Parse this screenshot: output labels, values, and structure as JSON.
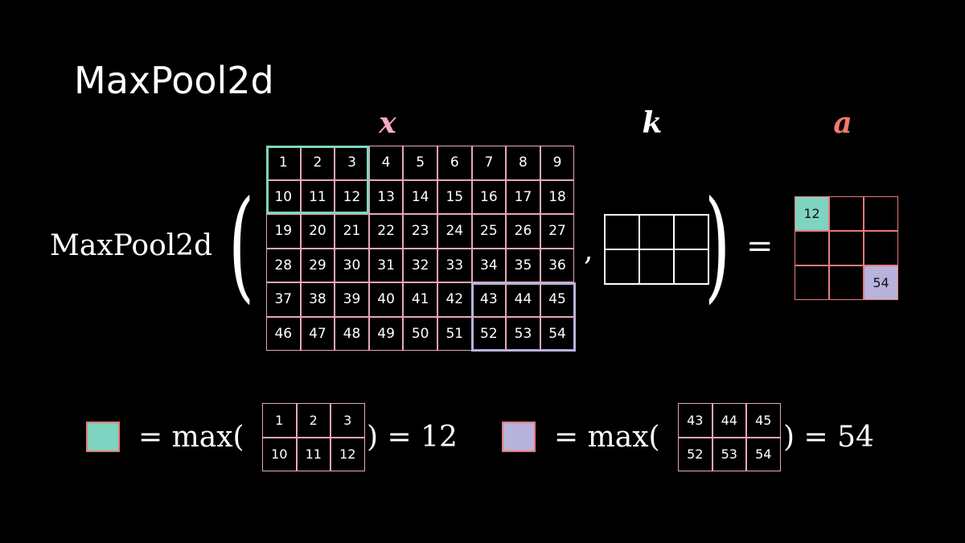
{
  "title": "MaxPool2d",
  "labels": {
    "x": "x",
    "k": "k",
    "a": "a"
  },
  "colors": {
    "x_label": "#f4a8c8",
    "a_label": "#f07a6e",
    "teal": "#7fd4c1",
    "lavender": "#b8b3dc",
    "grid_pink": "#e7a6b8",
    "grid_red": "#e57c78"
  },
  "equation": {
    "func": "MaxPool2d",
    "open": "(",
    "comma": ",",
    "close": ")",
    "equals": "="
  },
  "x_matrix": [
    [
      "1",
      "2",
      "3",
      "4",
      "5",
      "6",
      "7",
      "8",
      "9"
    ],
    [
      "10",
      "11",
      "12",
      "13",
      "14",
      "15",
      "16",
      "17",
      "18"
    ],
    [
      "19",
      "20",
      "21",
      "22",
      "23",
      "24",
      "25",
      "26",
      "27"
    ],
    [
      "28",
      "29",
      "30",
      "31",
      "32",
      "33",
      "34",
      "35",
      "36"
    ],
    [
      "37",
      "38",
      "39",
      "40",
      "41",
      "42",
      "43",
      "44",
      "45"
    ],
    [
      "46",
      "47",
      "48",
      "49",
      "50",
      "51",
      "52",
      "53",
      "54"
    ]
  ],
  "a_matrix": [
    [
      "12",
      "",
      ""
    ],
    [
      "",
      "",
      ""
    ],
    [
      "",
      "",
      "54"
    ]
  ],
  "bottom": {
    "eq1": {
      "prefix": "= max(",
      "grid": [
        [
          "1",
          "2",
          "3"
        ],
        [
          "10",
          "11",
          "12"
        ]
      ],
      "suffix": ") = 12"
    },
    "eq2": {
      "prefix": "= max(",
      "grid": [
        [
          "43",
          "44",
          "45"
        ],
        [
          "52",
          "53",
          "54"
        ]
      ],
      "suffix": ") = 54"
    }
  }
}
